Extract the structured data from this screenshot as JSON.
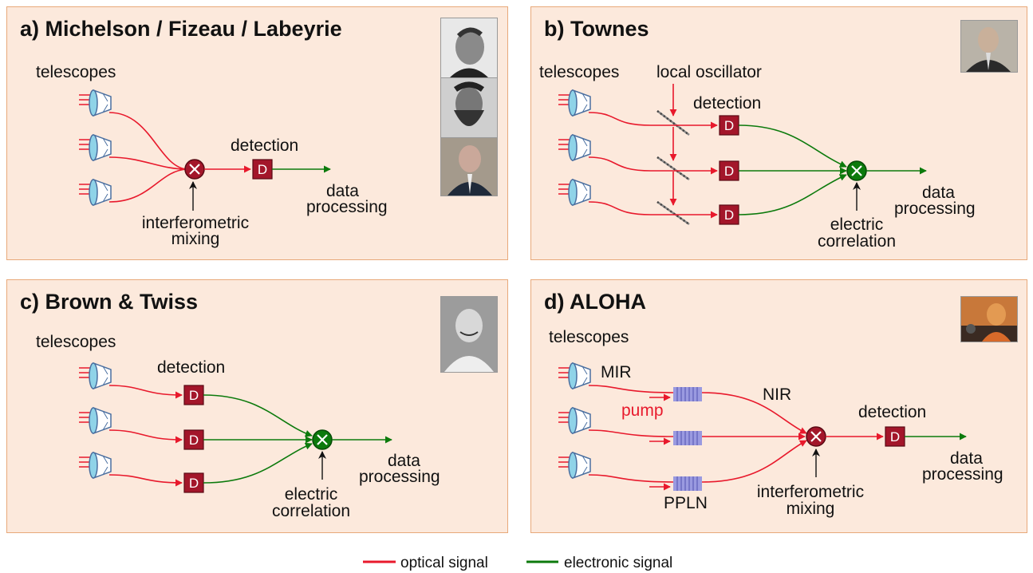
{
  "colors": {
    "optical": "#e8192c",
    "electronic": "#0c7a0c",
    "panel_bg": "#fce9dc",
    "panel_border": "#e8a97a",
    "detector": "#a3162a",
    "mixer_red": "#a3162a",
    "mixer_green": "#0c7a0c",
    "ppln": "#9a9ae0"
  },
  "panels": {
    "a": {
      "title": "a) Michelson / Fizeau / Labeyrie",
      "telescopes": "telescopes",
      "detection": "detection",
      "mixing_line1": "interferometric",
      "mixing_line2": "mixing",
      "data_line1": "data",
      "data_line2": "processing",
      "detector_letter": "D"
    },
    "b": {
      "title": "b) Townes",
      "telescopes": "telescopes",
      "local_oscillator": "local oscillator",
      "detection": "detection",
      "correlation_line1": "electric",
      "correlation_line2": "correlation",
      "data_line1": "data",
      "data_line2": "processing",
      "detector_letter": "D"
    },
    "c": {
      "title": "c) Brown & Twiss",
      "telescopes": "telescopes",
      "detection": "detection",
      "correlation_line1": "electric",
      "correlation_line2": "correlation",
      "data_line1": "data",
      "data_line2": "processing",
      "detector_letter": "D"
    },
    "d": {
      "title": "d) ALOHA",
      "telescopes": "telescopes",
      "mir": "MIR",
      "pump": "pump",
      "nir": "NIR",
      "ppln": "PPLN",
      "detection": "detection",
      "mixing_line1": "interferometric",
      "mixing_line2": "mixing",
      "data_line1": "data",
      "data_line2": "processing",
      "detector_letter": "D"
    }
  },
  "legend": {
    "optical": "optical signal",
    "electronic": "electronic signal"
  }
}
